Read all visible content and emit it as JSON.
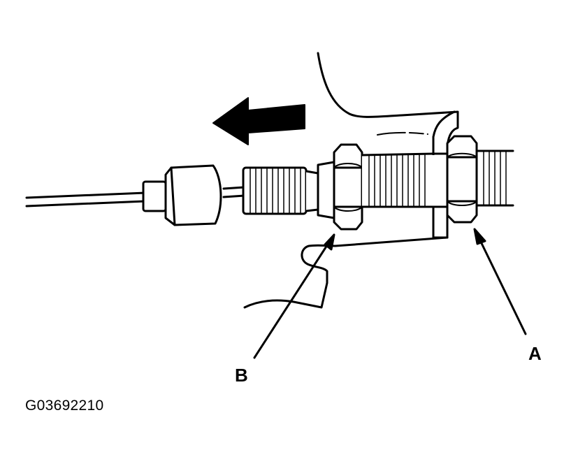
{
  "diagram": {
    "callouts": {
      "a": "A",
      "b": "B"
    },
    "figure_code": "G03692210",
    "colors": {
      "line": "#000000",
      "background": "#ffffff"
    }
  }
}
